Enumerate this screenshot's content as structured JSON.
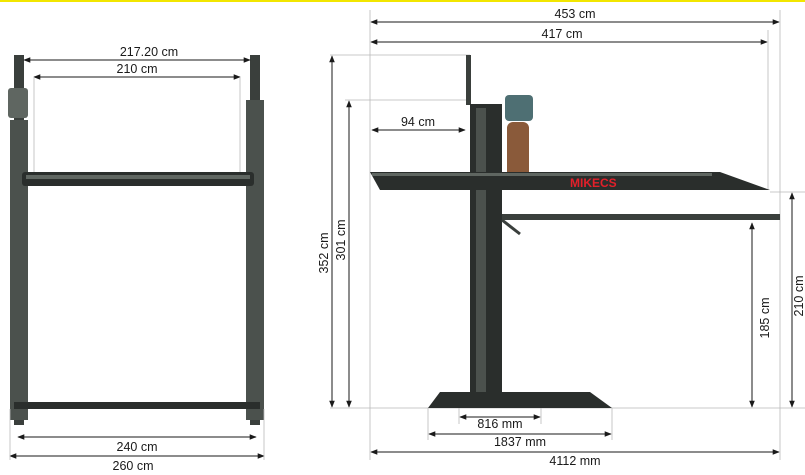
{
  "colors": {
    "top_rule": "#f2e600",
    "steel": "#3a3f3c",
    "brand": "#e2202a",
    "motor": "#4e6f73",
    "tank": "#8a5a3a"
  },
  "front_view": {
    "dimensions": {
      "post_outer_width": "217.20 cm",
      "post_inner_width": "210 cm",
      "base_inner_width": "240 cm",
      "base_outer_width": "260 cm"
    }
  },
  "side_view": {
    "brand_logo": "MIKECS",
    "dimensions": {
      "total_length": "453 cm",
      "platform_length": "417 cm",
      "column_offset": "94 cm",
      "total_height": "352 cm",
      "column_height": "301 cm",
      "lower_clearance": "185 cm",
      "platform_height": "210 cm",
      "column_width": "816 mm",
      "base_width": "1837 mm",
      "overall_length": "4112 mm"
    }
  }
}
